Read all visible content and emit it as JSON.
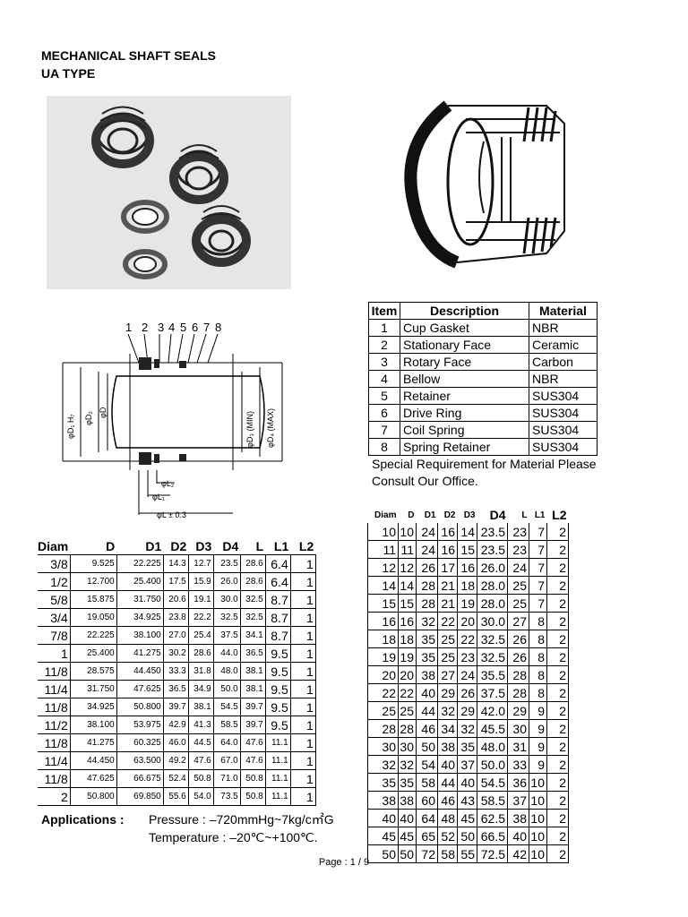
{
  "title": [
    "MECHANICAL SHAFT SEALS",
    "UA TYPE"
  ],
  "drawing_labels": {
    "numbers": [
      "1",
      "2",
      "3",
      "4",
      "5",
      "6",
      "7",
      "8"
    ],
    "d1_h7": "φD₁ H₇",
    "d2": "φD₂",
    "d": "φD",
    "d3_min": "φD₃ (MIN)",
    "d4_max": "φD₄ (MAX)",
    "l2": "φL₂",
    "l1": "φL₁",
    "l": "φL ± 0.3"
  },
  "materials": {
    "headers": [
      "Item",
      "Description",
      "Material"
    ],
    "rows": [
      [
        "1",
        "Cup Gasket",
        "NBR"
      ],
      [
        "2",
        "Stationary Face",
        "Ceramic"
      ],
      [
        "3",
        "Rotary Face",
        "Carbon"
      ],
      [
        "4",
        "Bellow",
        "NBR"
      ],
      [
        "5",
        "Retainer",
        "SUS304"
      ],
      [
        "6",
        "Drive Ring",
        "SUS304"
      ],
      [
        "7",
        "Coil Spring",
        "SUS304"
      ],
      [
        "8",
        "Spring Retainer",
        "SUS304"
      ]
    ],
    "note": [
      "Special Requirement for Material Please",
      "Consult Our Office."
    ]
  },
  "inch_table": {
    "headers": [
      "Diam",
      "D",
      "D1",
      "D2",
      "D3",
      "D4",
      "L",
      "L1",
      "L2"
    ],
    "rows": [
      [
        "3/8",
        "9.525",
        "22.225",
        "14.3",
        "12.7",
        "23.5",
        "28.6",
        "6.4",
        "1"
      ],
      [
        "1/2",
        "12.700",
        "25.400",
        "17.5",
        "15.9",
        "26.0",
        "28.6",
        "6.4",
        "1"
      ],
      [
        "5/8",
        "15.875",
        "31.750",
        "20.6",
        "19.1",
        "30.0",
        "32.5",
        "8.7",
        "1"
      ],
      [
        "3/4",
        "19.050",
        "34.925",
        "23.8",
        "22.2",
        "32.5",
        "32.5",
        "8.7",
        "1"
      ],
      [
        "7/8",
        "22.225",
        "38.100",
        "27.0",
        "25.4",
        "37.5",
        "34.1",
        "8.7",
        "1"
      ],
      [
        "1",
        "25.400",
        "41.275",
        "30.2",
        "28.6",
        "44.0",
        "36.5",
        "9.5",
        "1"
      ],
      [
        "11/8",
        "28.575",
        "44.450",
        "33.3",
        "31.8",
        "48.0",
        "38.1",
        "9.5",
        "1"
      ],
      [
        "11/4",
        "31.750",
        "47.625",
        "36.5",
        "34.9",
        "50.0",
        "38.1",
        "9.5",
        "1"
      ],
      [
        "11/8",
        "34.925",
        "50.800",
        "39.7",
        "38.1",
        "54.5",
        "39.7",
        "9.5",
        "1"
      ],
      [
        "11/2",
        "38.100",
        "53.975",
        "42.9",
        "41.3",
        "58.5",
        "39.7",
        "9.5",
        "1"
      ],
      [
        "11/8",
        "41.275",
        "60.325",
        "46.0",
        "44.5",
        "64.0",
        "47.6",
        "11.1",
        "1"
      ],
      [
        "11/4",
        "44.450",
        "63.500",
        "49.2",
        "47.6",
        "67.0",
        "47.6",
        "11.1",
        "1"
      ],
      [
        "11/8",
        "47.625",
        "66.675",
        "52.4",
        "50.8",
        "71.0",
        "50.8",
        "11.1",
        "1"
      ],
      [
        "2",
        "50.800",
        "69.850",
        "55.6",
        "54.0",
        "73.5",
        "50.8",
        "11.1",
        "1"
      ]
    ]
  },
  "metric_table": {
    "headers": [
      "Diam",
      "D",
      "D1",
      "D2",
      "D3",
      "D4",
      "L",
      "L1",
      "L2"
    ],
    "rows": [
      [
        "10",
        "10",
        "24",
        "16",
        "14",
        "23.5",
        "23",
        "7",
        "2"
      ],
      [
        "11",
        "11",
        "24",
        "16",
        "15",
        "23.5",
        "23",
        "7",
        "2"
      ],
      [
        "12",
        "12",
        "26",
        "17",
        "16",
        "26.0",
        "24",
        "7",
        "2"
      ],
      [
        "14",
        "14",
        "28",
        "21",
        "18",
        "28.0",
        "25",
        "7",
        "2"
      ],
      [
        "15",
        "15",
        "28",
        "21",
        "19",
        "28.0",
        "25",
        "7",
        "2"
      ],
      [
        "16",
        "16",
        "32",
        "22",
        "20",
        "30.0",
        "27",
        "8",
        "2"
      ],
      [
        "18",
        "18",
        "35",
        "25",
        "22",
        "32.5",
        "26",
        "8",
        "2"
      ],
      [
        "19",
        "19",
        "35",
        "25",
        "23",
        "32.5",
        "26",
        "8",
        "2"
      ],
      [
        "20",
        "20",
        "38",
        "27",
        "24",
        "35.5",
        "28",
        "8",
        "2"
      ],
      [
        "22",
        "22",
        "40",
        "29",
        "26",
        "37.5",
        "28",
        "8",
        "2"
      ],
      [
        "25",
        "25",
        "44",
        "32",
        "29",
        "42.0",
        "29",
        "9",
        "2"
      ],
      [
        "28",
        "28",
        "46",
        "34",
        "32",
        "45.5",
        "30",
        "9",
        "2"
      ],
      [
        "30",
        "30",
        "50",
        "38",
        "35",
        "48.0",
        "31",
        "9",
        "2"
      ],
      [
        "32",
        "32",
        "54",
        "40",
        "37",
        "50.0",
        "33",
        "9",
        "2"
      ],
      [
        "35",
        "35",
        "58",
        "44",
        "40",
        "54.5",
        "36",
        "10",
        "2"
      ],
      [
        "38",
        "38",
        "60",
        "46",
        "43",
        "58.5",
        "37",
        "10",
        "2"
      ],
      [
        "40",
        "40",
        "64",
        "48",
        "45",
        "62.5",
        "38",
        "10",
        "2"
      ],
      [
        "45",
        "45",
        "65",
        "52",
        "50",
        "66.5",
        "40",
        "10",
        "2"
      ],
      [
        "50",
        "50",
        "72",
        "58",
        "55",
        "72.5",
        "42",
        "10",
        "2"
      ]
    ]
  },
  "applications": {
    "label": "Applications :",
    "pressure": "Pressure      : –720mmHg~7kg/c㎡G",
    "temperature": "Temperature : –20℃~+100℃."
  },
  "footer": "Page : 1 / 9"
}
